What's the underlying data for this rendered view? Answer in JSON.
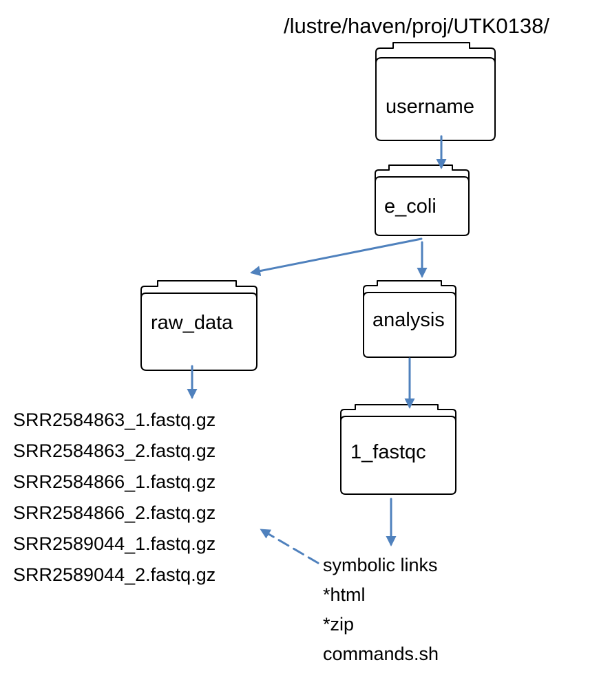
{
  "root_path": "/lustre/haven/proj/UTK0138/",
  "folders": {
    "username": "username",
    "e_coli": "e_coli",
    "raw_data": "raw_data",
    "analysis": "analysis",
    "fastqc": "1_fastqc"
  },
  "raw_files": [
    "SRR2584863_1.fastq.gz",
    "SRR2584863_2.fastq.gz",
    "SRR2584866_1.fastq.gz",
    "SRR2584866_2.fastq.gz",
    "SRR2589044_1.fastq.gz",
    "SRR2589044_2.fastq.gz"
  ],
  "fastqc_outputs": [
    "symbolic links",
    "*html",
    "*zip",
    "commands.sh"
  ],
  "colors": {
    "arrow": "#4f81bd",
    "folder_outline": "#000000"
  },
  "icons": {
    "folder": "folder-icon",
    "arrow": "arrow"
  }
}
